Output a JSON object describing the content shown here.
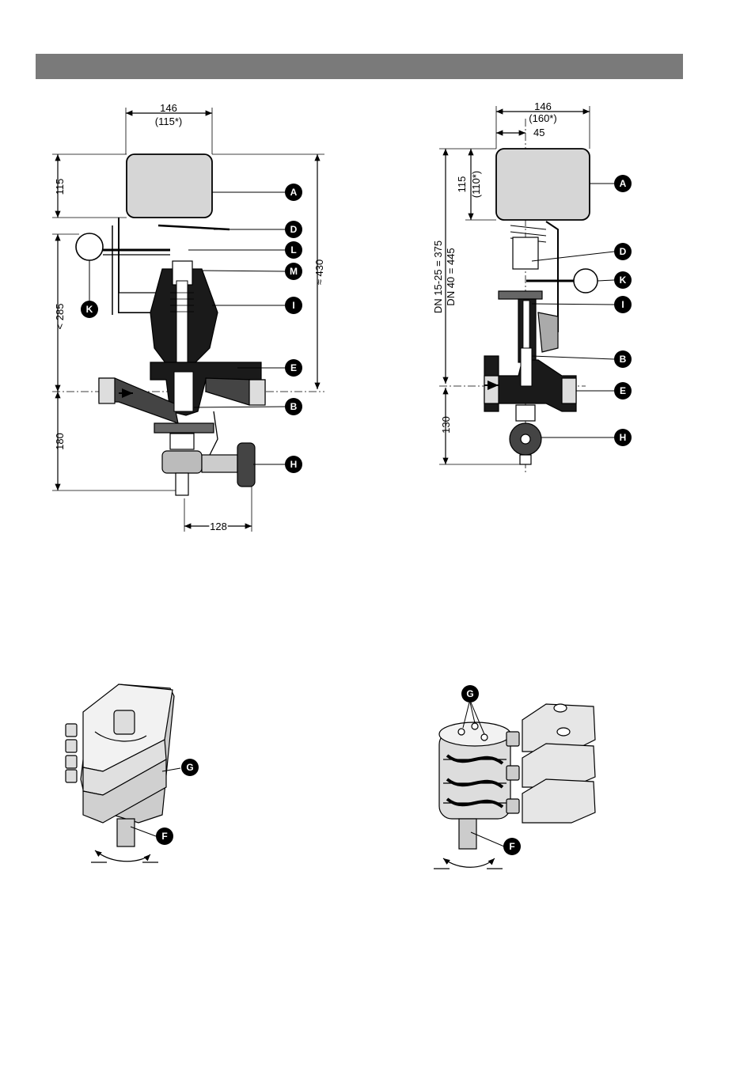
{
  "figure_left": {
    "dims": {
      "width_top": "146",
      "width_top_alt": "(115*)",
      "actuator_height": "115",
      "overall_height": "≈ 430",
      "upper_height": "< 285",
      "lower_height": "180",
      "handwheel_offset": "128"
    },
    "callouts": [
      "A",
      "D",
      "L",
      "M",
      "K",
      "I",
      "E",
      "B",
      "H"
    ]
  },
  "figure_right": {
    "dims": {
      "width_top": "146",
      "width_top_alt": "(160*)",
      "axis_offset": "45",
      "actuator_height": "115",
      "actuator_height_alt": "(110*)",
      "overall_height_1": "DN 15-25 = 375",
      "overall_height_2": "DN 40 = 445",
      "lower_height": "130"
    },
    "callouts": [
      "A",
      "D",
      "K",
      "I",
      "B",
      "E",
      "H"
    ]
  },
  "detail_left": {
    "callouts": [
      "G",
      "F"
    ]
  },
  "detail_right": {
    "callouts": [
      "G",
      "F"
    ]
  },
  "colors": {
    "header": "#7a7a7a",
    "callout": "#000000",
    "line": "#000000"
  }
}
